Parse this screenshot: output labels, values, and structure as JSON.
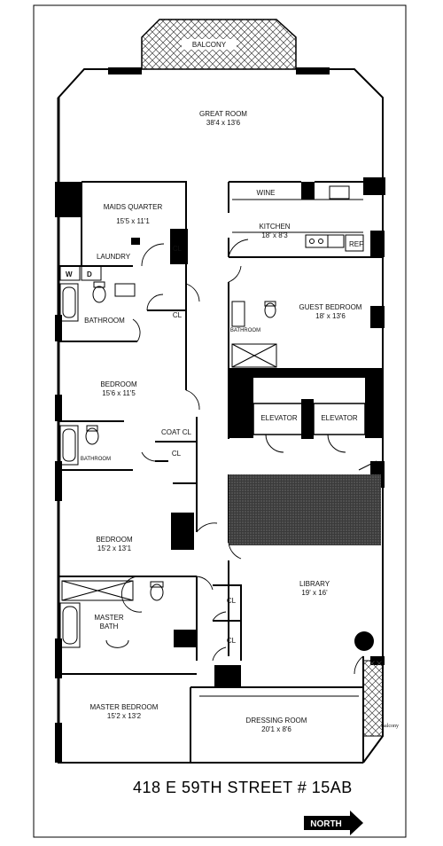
{
  "rooms": {
    "balcony_top": "BALCONY",
    "great_room": {
      "name": "GREAT ROOM",
      "dims": "38'4 x 13'6"
    },
    "maids_quarter": {
      "name": "MAIDS QUARTER",
      "dims": "15'5 x 11'1"
    },
    "laundry": "LAUNDRY",
    "washer": "W",
    "dryer": "D",
    "closet": "CL",
    "bathroom": "BATHROOM",
    "bedroom_1": {
      "name": "BEDROOM",
      "dims": "15'6 x 11'5"
    },
    "wine": "WINE",
    "kitchen": {
      "name": "KITCHEN",
      "dims": "18' x 8'3"
    },
    "ref": "REF",
    "guest_bedroom": {
      "name": "GUEST BEDROOM",
      "dims": "18' x 13'6"
    },
    "small_bathroom": "BATHROOM",
    "elevator": "ELEVATOR",
    "coat_closet": "COAT CL",
    "bedroom_2": {
      "name": "BEDROOM",
      "dims": "15'2 x 13'1"
    },
    "master_bath": {
      "line1": "MASTER",
      "line2": "BATH"
    },
    "library": {
      "name": "LIBRARY",
      "dims": "19' x 16'"
    },
    "master_bedroom": {
      "name": "MASTER BEDROOM",
      "dims": "15'2 x 13'2"
    },
    "dressing_room": {
      "name": "DRESSING ROOM",
      "dims": "20'1 x 8'6"
    },
    "balcony_side": "Balcony"
  },
  "address": "418 E 59TH STREET # 15AB",
  "north_label": "NORTH",
  "colors": {
    "wall": "#000000",
    "paper": "#ffffff",
    "stair_fill": "#2a2a2a"
  }
}
